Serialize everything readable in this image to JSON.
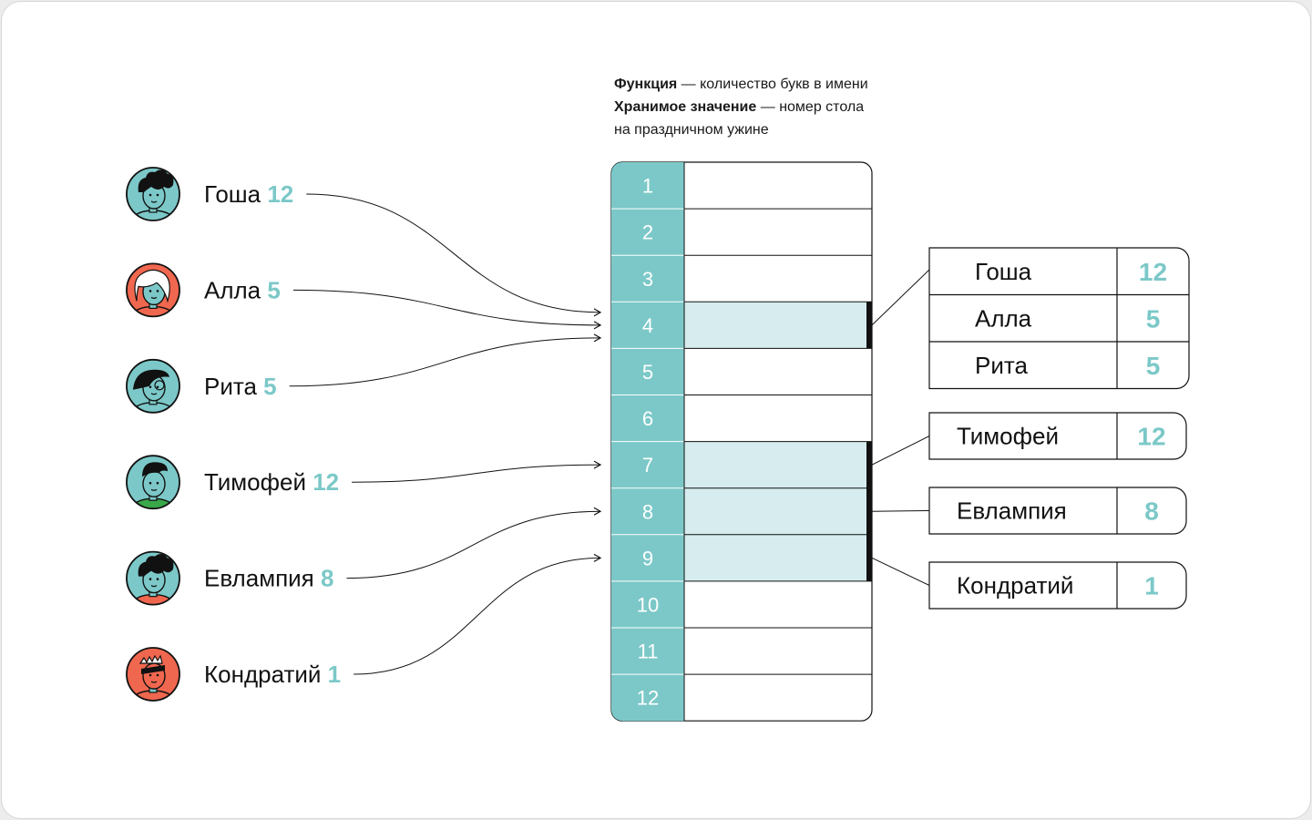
{
  "legend": {
    "line1_bold": "Функция",
    "line1_rest": " — количество букв в имени",
    "line2_bold": "Хранимое значение",
    "line2_rest": " — номер стола",
    "line3": "на праздничном ужине"
  },
  "colors": {
    "teal": "#7cc8c8",
    "teal_light": "#d6ecee",
    "coral": "#f0674f",
    "ink": "#111111"
  },
  "people": [
    {
      "name": "Гоша",
      "num": "12",
      "avatar_bg": "#7cc8c8",
      "shirt": "#7cc8c8",
      "hair": "curly",
      "slot": 4
    },
    {
      "name": "Алла",
      "num": "5",
      "avatar_bg": "#f0674f",
      "shirt": "#f0674f",
      "hair": "white",
      "slot": 4
    },
    {
      "name": "Рита",
      "num": "5",
      "avatar_bg": "#7cc8c8",
      "shirt": "#7cc8c8",
      "hair": "side",
      "slot": 4
    },
    {
      "name": "Тимофей",
      "num": "12",
      "avatar_bg": "#7cc8c8",
      "shirt": "#3aa84a",
      "hair": "quiff",
      "slot": 7
    },
    {
      "name": "Евлампия",
      "num": "8",
      "avatar_bg": "#7cc8c8",
      "shirt": "#f0674f",
      "hair": "curly",
      "slot": 8
    },
    {
      "name": "Кондратий",
      "num": "1",
      "avatar_bg": "#f0674f",
      "shirt": "#f0674f",
      "hair": "crown",
      "slot": 9
    }
  ],
  "table": {
    "indices": [
      "1",
      "2",
      "3",
      "4",
      "5",
      "6",
      "7",
      "8",
      "9",
      "10",
      "11",
      "12"
    ],
    "filled_slots": [
      4,
      7,
      8,
      9
    ]
  },
  "buckets": [
    {
      "slot": 4,
      "rows": [
        {
          "name": "Гоша",
          "num": "12"
        },
        {
          "name": "Алла",
          "num": "5"
        },
        {
          "name": "Рита",
          "num": "5"
        }
      ]
    },
    {
      "slot": 7,
      "rows": [
        {
          "name": "Тимофей",
          "num": "12"
        }
      ]
    },
    {
      "slot": 8,
      "rows": [
        {
          "name": "Евлампия",
          "num": "8"
        }
      ]
    },
    {
      "slot": 9,
      "rows": [
        {
          "name": "Кондратий",
          "num": "1"
        }
      ]
    }
  ]
}
